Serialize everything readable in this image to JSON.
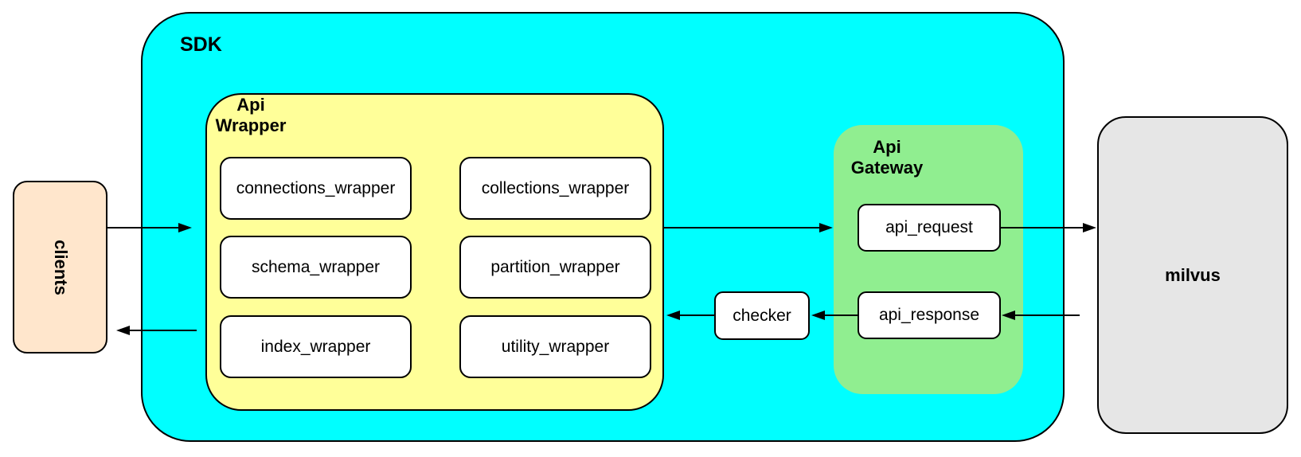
{
  "colors": {
    "canvas_bg": "#FFFFFF",
    "sdk_fill": "#00FFFF",
    "api_wrapper_fill": "#FFFF99",
    "api_gateway_fill": "#90EE90",
    "clients_fill": "#FFE6CC",
    "milvus_fill": "#E6E6E6",
    "box_fill": "#FFFFFF",
    "border": "#000000"
  },
  "clients": {
    "label": "clients"
  },
  "sdk": {
    "label": "SDK"
  },
  "api_wrapper": {
    "label_line1": "Api",
    "label_line2": "Wrapper",
    "boxes": [
      {
        "label": "connections_wrapper"
      },
      {
        "label": "collections_wrapper"
      },
      {
        "label": "schema_wrapper"
      },
      {
        "label": "partition_wrapper"
      },
      {
        "label": "index_wrapper"
      },
      {
        "label": "utility_wrapper"
      }
    ]
  },
  "checker": {
    "label": "checker"
  },
  "api_gateway": {
    "label_line1": "Api",
    "label_line2": "Gateway",
    "boxes": [
      {
        "label": "api_request"
      },
      {
        "label": "api_response"
      }
    ]
  },
  "milvus": {
    "label": "milvus"
  },
  "arrows": [
    {
      "from": "clients",
      "to": "sdk"
    },
    {
      "from": "sdk",
      "to": "clients"
    },
    {
      "from": "api-wrapper",
      "to": "api-gateway"
    },
    {
      "from": "api_request",
      "to": "milvus"
    },
    {
      "from": "milvus",
      "to": "api_response"
    },
    {
      "from": "api_response",
      "to": "checker"
    },
    {
      "from": "checker",
      "to": "api-wrapper"
    }
  ]
}
